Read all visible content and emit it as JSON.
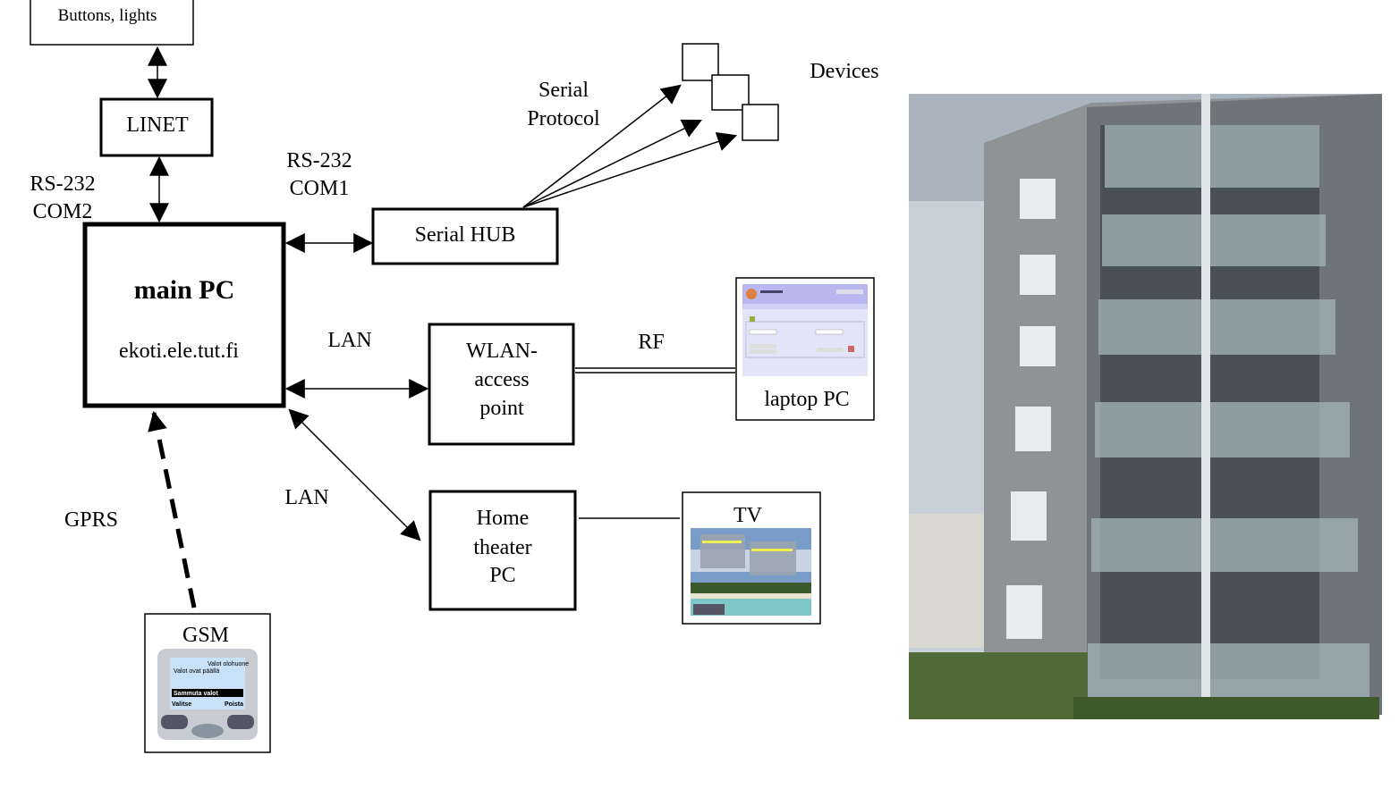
{
  "nodes": {
    "buttons": "Buttons, lights",
    "linet": "LINET",
    "main_pc": {
      "title": "main PC",
      "host": "ekoti.ele.tut.fi"
    },
    "serial_hub": "Serial HUB",
    "devices": "Devices",
    "wlan": [
      "WLAN-",
      "access",
      "point"
    ],
    "laptop": "laptop PC",
    "home_theater": [
      "Home",
      "theater",
      "PC"
    ],
    "tv": "TV",
    "gsm": "GSM"
  },
  "links": {
    "rs232_com2": [
      "RS-232",
      "COM2"
    ],
    "rs232_com1": [
      "RS-232",
      "COM1"
    ],
    "serial_protocol": [
      "Serial",
      "Protocol"
    ],
    "lan_wlan": "LAN",
    "rf": "RF",
    "lan_ht": "LAN",
    "gprs": "GPRS"
  },
  "gsm_screen": {
    "header": "Valot olohuone",
    "line": "Valot ovat päällä",
    "selected": "Sammuta valot",
    "left_soft": "Valitse",
    "right_soft": "Poista"
  },
  "colors": {
    "line": "#000000",
    "laptop_ui": "#c8c8f0",
    "tv_sky": "#6f93c0",
    "tv_sea": "#7fc8c8",
    "facade": "#8e9396"
  }
}
